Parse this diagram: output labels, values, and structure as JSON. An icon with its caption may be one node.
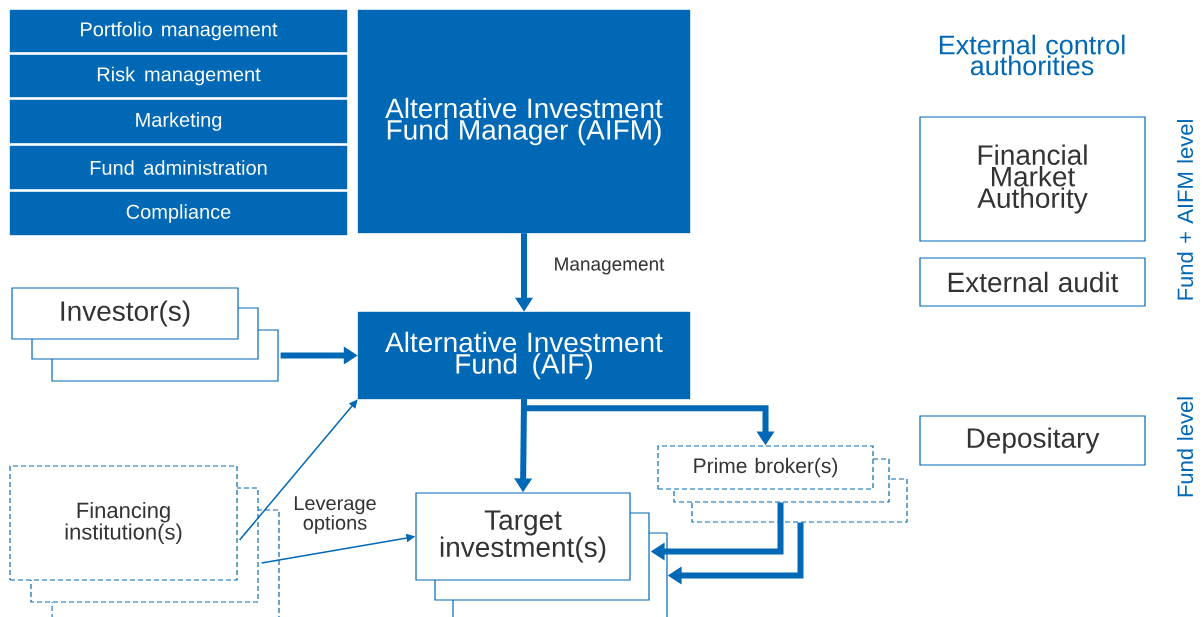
{
  "diagram": {
    "nodes": [
      {
        "text": [
          "Portfolio management"
        ]
      },
      {
        "text": [
          "Risk management"
        ]
      },
      {
        "text": [
          "Marketing"
        ]
      },
      {
        "text": [
          "Fund administration"
        ]
      },
      {
        "text": [
          "Compliance"
        ]
      },
      {
        "text": [
          "Alternative Investment Fund Manager (AIFM)"
        ]
      },
      {
        "text": [
          "Financial Market Authority"
        ]
      },
      {
        "text": [
          "External audit"
        ]
      },
      {
        "text": [
          "Investor(s)"
        ]
      },
      {
        "text": [
          "Alternative Investment Fund (AIF)"
        ]
      },
      {
        "text": [
          "Depositary"
        ]
      },
      {
        "text": [
          "Prime broker(s)"
        ]
      },
      {
        "text": [
          "Financing institution(s)"
        ]
      },
      {
        "text": [
          "Target investment(s)"
        ]
      }
    ],
    "edges": [
      {
        "from": 5,
        "to": 9,
        "arrow": "to",
        "label": "Management"
      },
      {
        "from": 8,
        "to": 9,
        "arrow": "to"
      },
      {
        "from": 12,
        "to": 9,
        "arrow": "to"
      },
      {
        "from": 12,
        "to": 13,
        "arrow": "to",
        "label": "Leverage options"
      },
      {
        "from": 9,
        "to": 13,
        "arrow": "to"
      },
      {
        "from": 9,
        "to": 11,
        "arrow": "to"
      },
      {
        "from": 11,
        "to": 13,
        "arrow": "to"
      },
      {
        "from": 11,
        "to": 13,
        "arrow": "to"
      }
    ],
    "labels": [
      "External control authorities",
      "Fund + AIFM level",
      "Fund level"
    ]
  }
}
